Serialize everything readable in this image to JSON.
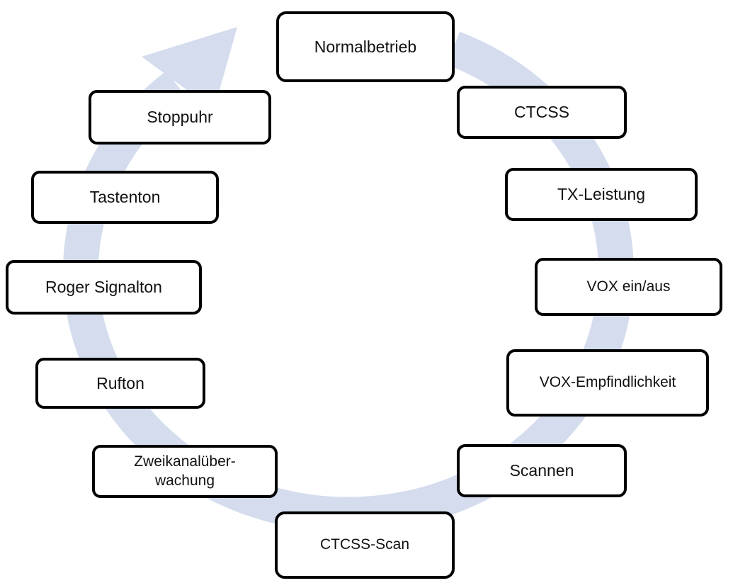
{
  "colors": {
    "arrow": "#d4dcee",
    "box_border": "#000000",
    "box_fill": "#ffffff",
    "text": "#111111"
  },
  "diagram": {
    "nodes": {
      "normalbetrieb": "Normalbetrieb",
      "ctcss": "CTCSS",
      "tx_leistung": "TX-Leistung",
      "vox_ein_aus": "VOX ein/aus",
      "vox_empfindlichkeit": "VOX-Empfindlichkeit",
      "scannen": "Scannen",
      "ctcss_scan": "CTCSS-Scan",
      "zweikanal": "Zweikanalüber-\nwachung",
      "rufton": "Rufton",
      "roger_signalton": "Roger Signalton",
      "tastenton": "Tastenton",
      "stoppuhr": "Stoppuhr"
    }
  }
}
